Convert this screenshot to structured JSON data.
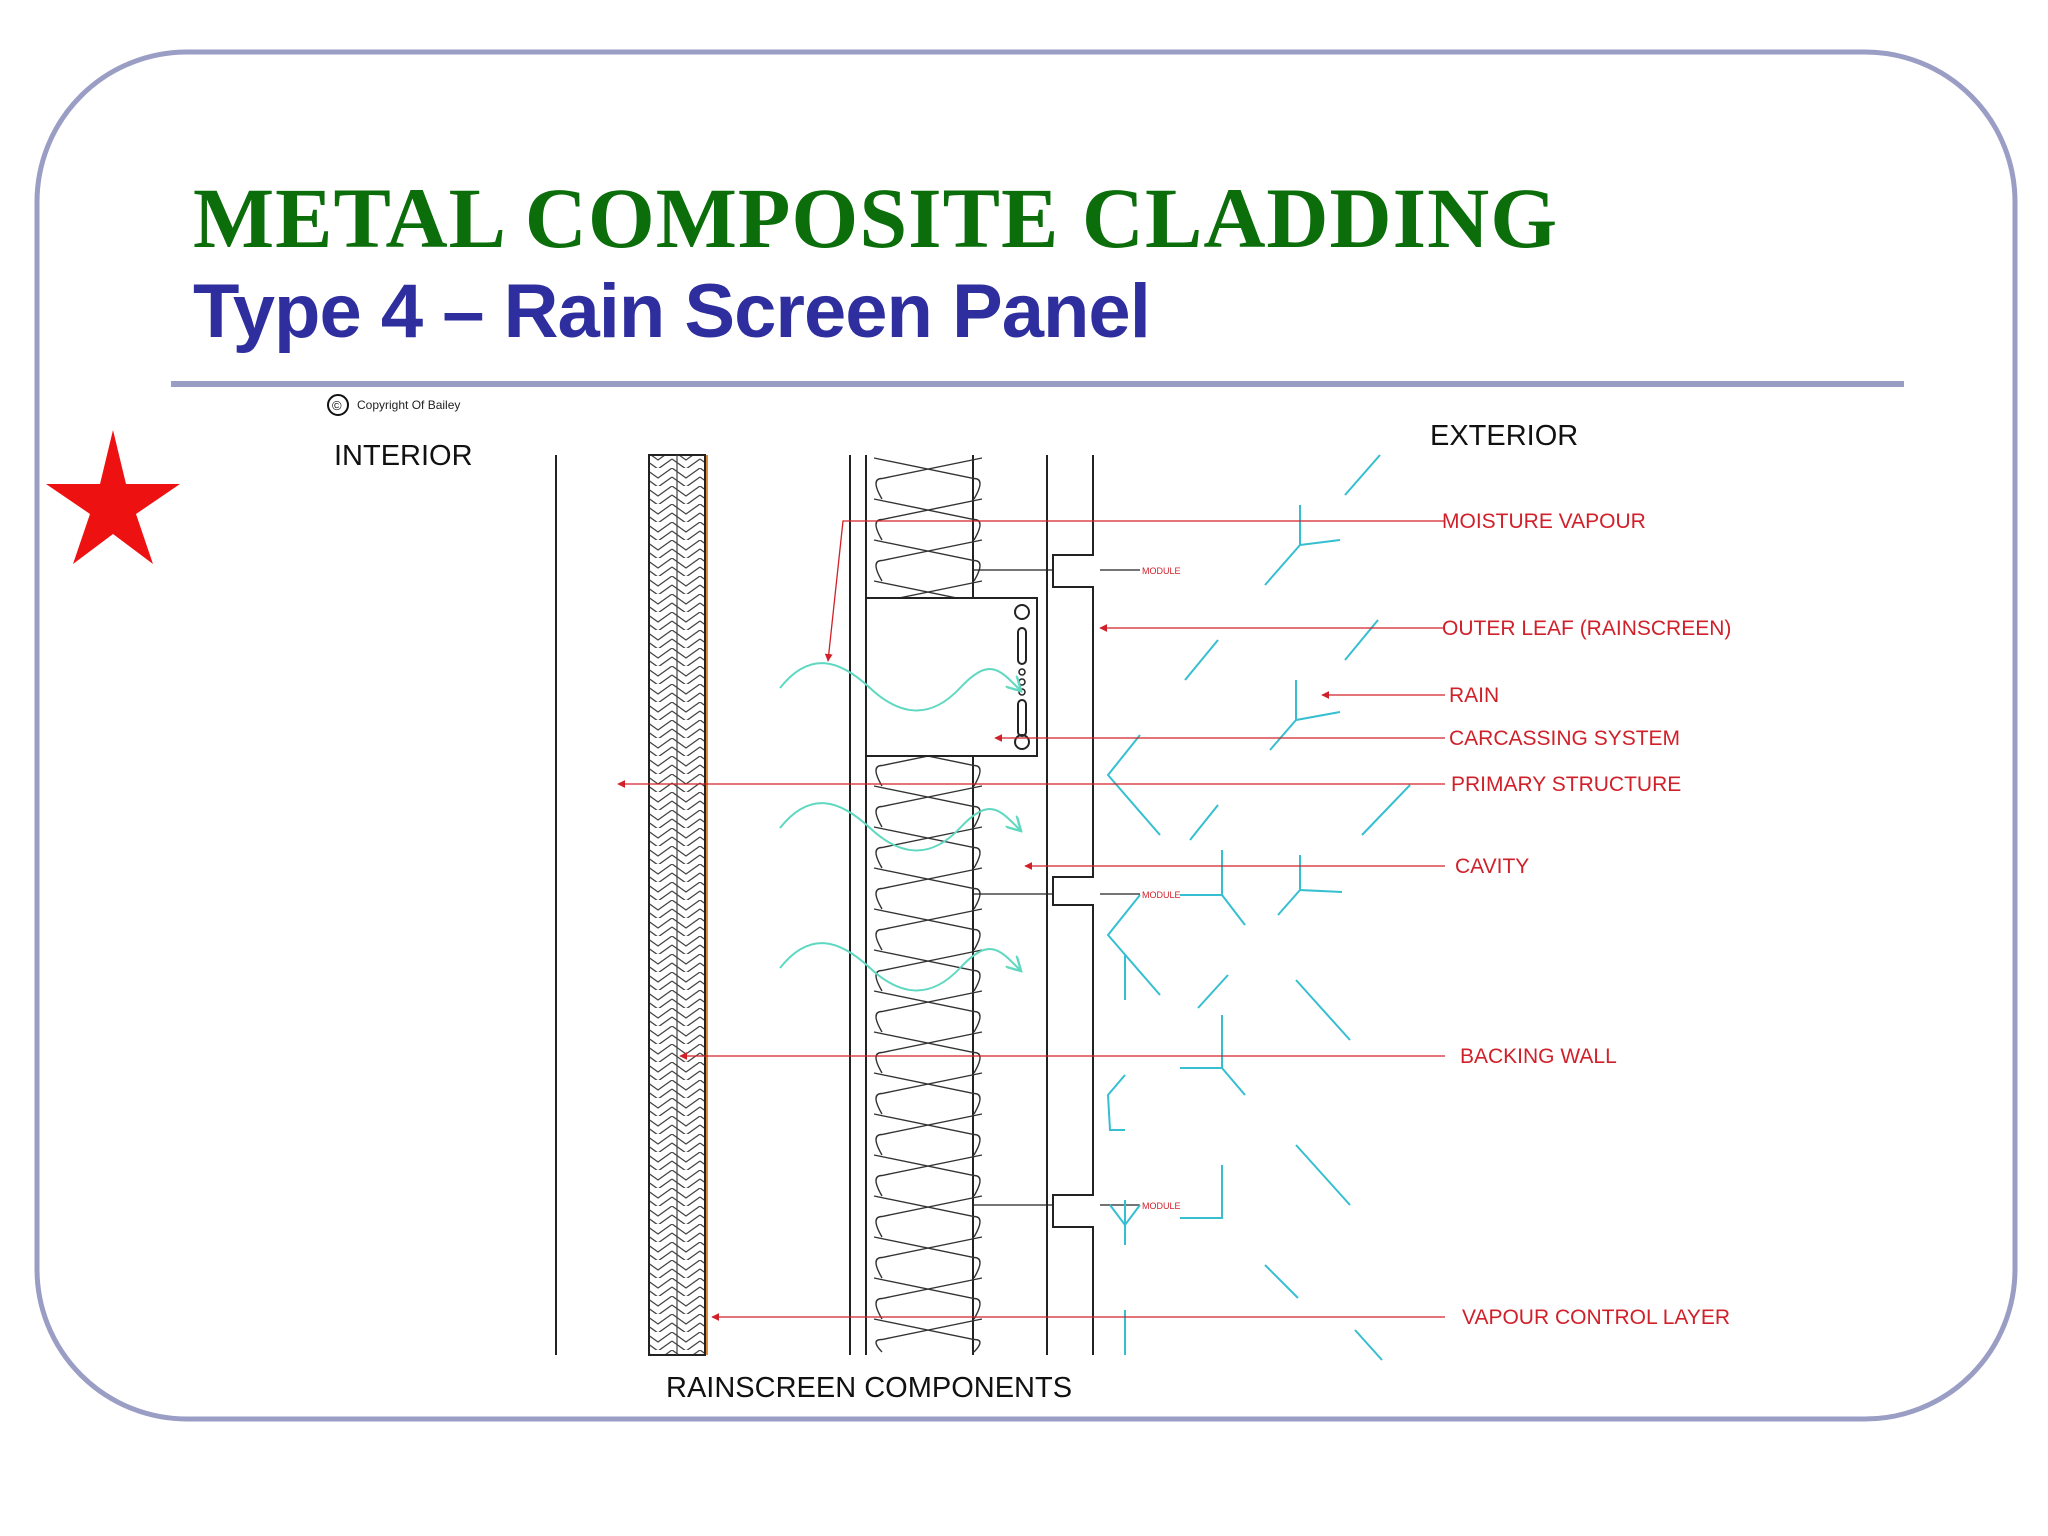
{
  "slide": {
    "title": "METAL COMPOSITE CLADDING",
    "subtitle": "Type 4 – Rain Screen Panel",
    "frame_color": "#9a9dc4",
    "title_color": "#0b6e0b",
    "subtitle_color": "#2e2e9e",
    "star_color": "#ee1111"
  },
  "diagram": {
    "copyright_symbol": "©",
    "copyright": "Copyright Of Bailey",
    "interior_label": "INTERIOR",
    "exterior_label": "EXTERIOR",
    "bottom_label": "RAINSCREEN COMPONENTS",
    "module_label": "MODULE",
    "callouts": [
      "MOISTURE VAPOUR",
      "OUTER LEAF (RAINSCREEN)",
      "RAIN",
      "CARCASSING SYSTEM",
      "PRIMARY STRUCTURE",
      "CAVITY",
      "BACKING WALL",
      "VAPOUR CONTROL LAYER"
    ],
    "callout_color": "#d0202a",
    "rain_color": "#35bfd0",
    "airflow_color": "#5fd8c0"
  }
}
